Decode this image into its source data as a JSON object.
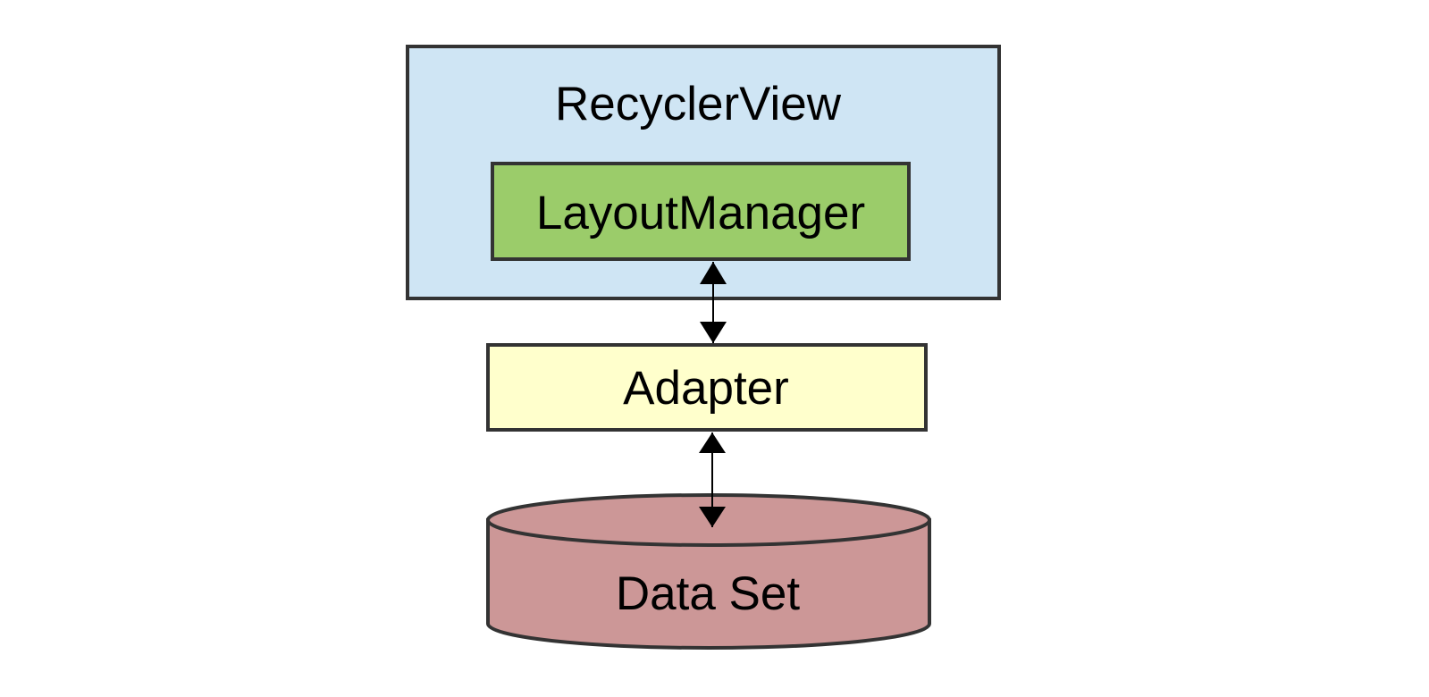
{
  "diagram": {
    "recycler_view": {
      "label": "RecyclerView",
      "fill": "#cfe5f4"
    },
    "layout_manager": {
      "label": "LayoutManager",
      "fill": "#9bcc6a"
    },
    "adapter": {
      "label": "Adapter",
      "fill": "#ffffcc"
    },
    "data_set": {
      "label": "Data Set",
      "fill": "#cc9797"
    },
    "connectors": [
      {
        "from": "LayoutManager",
        "to": "Adapter",
        "direction": "bidirectional"
      },
      {
        "from": "Adapter",
        "to": "Data Set",
        "direction": "bidirectional"
      }
    ],
    "stroke_color": "#333333"
  }
}
